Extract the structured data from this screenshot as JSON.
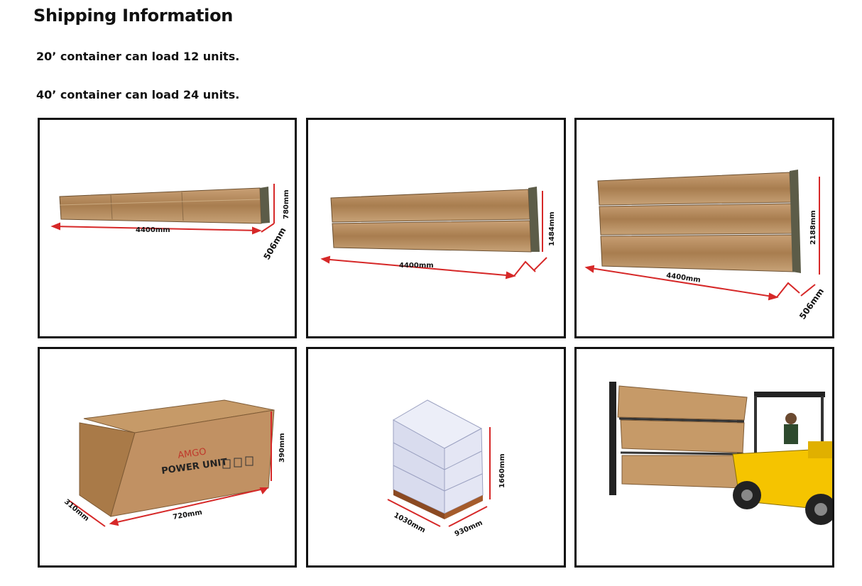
{
  "heading": "Shipping Information",
  "lines": {
    "container20": "20’ container can load 12 units.",
    "container40": "40’ container can load 24 units."
  },
  "panels": {
    "one_row": {
      "length": "4400mm",
      "height": "780mm",
      "depth": "506mm"
    },
    "two_rows": {
      "length": "4400mm",
      "height": "1484mm"
    },
    "three_rows": {
      "length": "4400mm",
      "height": "2188mm",
      "depth": "506mm"
    },
    "power_box": {
      "brand": "AMGO",
      "label": "POWER UNIT",
      "width": "720mm",
      "depth": "310mm",
      "height": "390mm"
    },
    "pallet": {
      "length": "1030mm",
      "width": "930mm",
      "height": "1660mm"
    }
  },
  "colors": {
    "cardboard": "#b98a5a",
    "dimension_line": "#d62828",
    "pallet_box": "#e4e6f2",
    "forklift": "#f5c400"
  }
}
